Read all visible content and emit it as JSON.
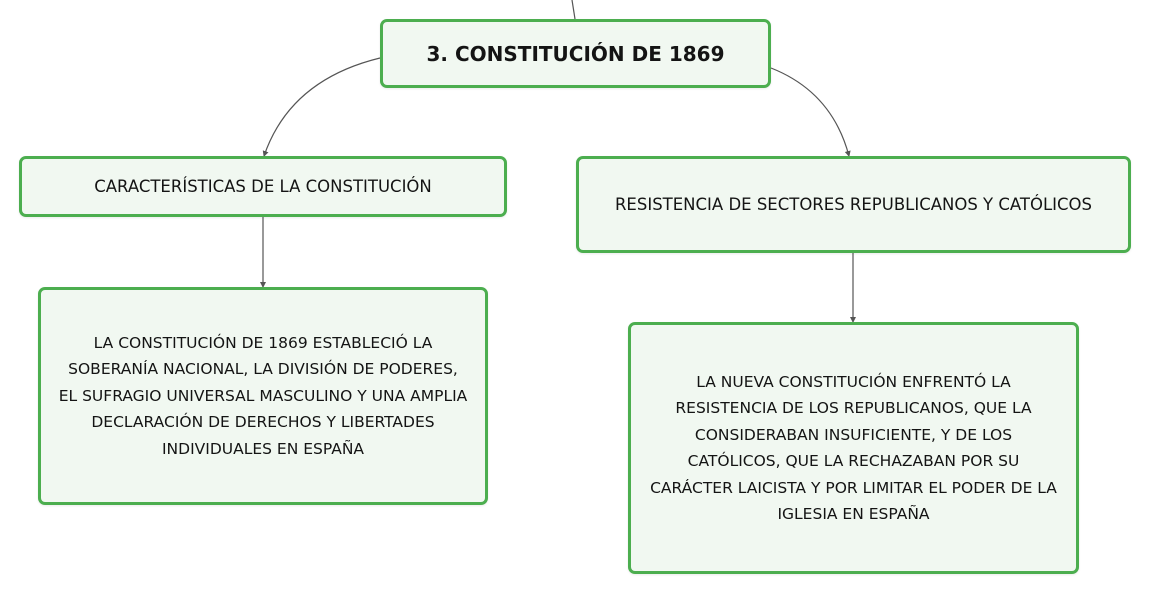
{
  "map": {
    "root": {
      "text": "3. CONSTITUCIÓN DE 1869"
    },
    "left_topic": {
      "text": "CARACTERÍSTICAS DE LA CONSTITUCIÓN"
    },
    "right_topic": {
      "text": "RESISTENCIA DE SECTORES REPUBLICANOS Y CATÓLICOS"
    },
    "left_detail": {
      "lines": [
        "LA CONSTITUCIÓN DE 1869 ESTABLECIÓ LA",
        "SOBERANÍA NACIONAL, LA DIVISIÓN DE PODERES,",
        "EL SUFRAGIO UNIVERSAL MASCULINO Y UNA AMPLIA",
        "DECLARACIÓN DE DERECHOS Y LIBERTADES",
        "INDIVIDUALES EN ESPAÑA"
      ]
    },
    "right_detail": {
      "lines": [
        "LA NUEVA CONSTITUCIÓN ENFRENTÓ LA",
        "RESISTENCIA DE LOS REPUBLICANOS, QUE LA",
        "CONSIDERABAN INSUFICIENTE, Y DE LOS",
        "CATÓLICOS, QUE LA RECHAZABAN POR SU",
        "CARÁCTER LAICISTA Y POR LIMITAR EL PODER DE LA",
        "IGLESIA EN ESPAÑA"
      ]
    }
  },
  "colors": {
    "node_border": "#4cae4f",
    "node_fill": "#f1f8f1",
    "connector": "#555555"
  }
}
